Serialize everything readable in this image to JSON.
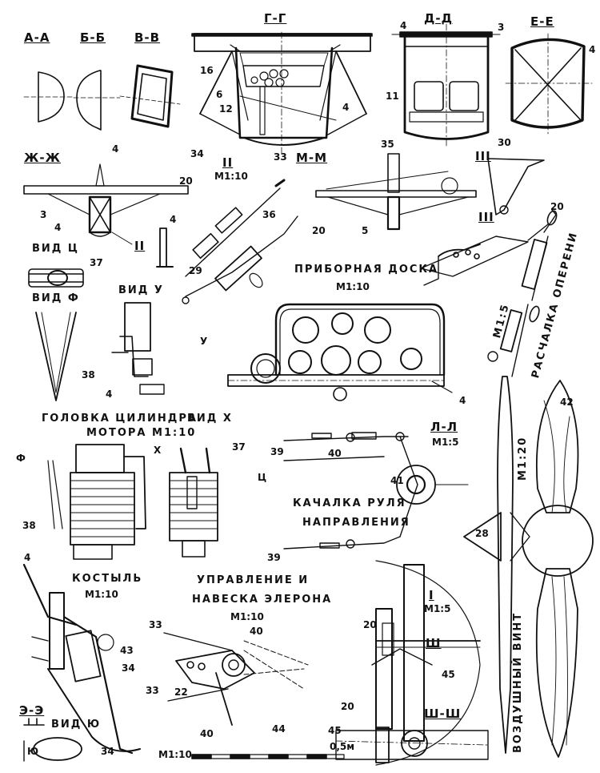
{
  "sections": {
    "aa": "А-А",
    "bb": "Б-Б",
    "vv": "В-В",
    "gg": "Г-Г",
    "dd": "Д-Д",
    "ee": "Е-Е",
    "zhzh": "Ж-Ж",
    "mm": "М-М",
    "ll": "Л-Л",
    "ee2": "Э-Э",
    "shsh": "Ш-Ш",
    "ii": "I",
    "sh": "Ш"
  },
  "views": {
    "ts": "ВИД Ц",
    "f": "ВИД Ф",
    "u": "ВИД У",
    "kh": "ВИД Х",
    "yu": "ВИД Ю"
  },
  "scales": {
    "m110_ii": "М1:10",
    "m15_ll": "М1:5",
    "m15_i": "М1:5",
    "m15_rast": "М1:5",
    "m110_panel": "М1:10",
    "m110_kost": "М1:10",
    "m110_upr": "М1:10",
    "m120": "М1:20",
    "bar_left": "М1:10",
    "bar_right": "0,5м"
  },
  "roman": {
    "ii": "II",
    "iii_a": "III",
    "iii_b": "III"
  },
  "captions": {
    "panel_1": "ПРИБОРНАЯ ДОСКА",
    "head_1": "ГОЛОВКА ЦИЛИНДРА",
    "head_2": "МОТОРА М1:10",
    "rudder_1": "КАЧАЛКА РУЛЯ",
    "rudder_2": "НАПРАВЛЕНИЯ",
    "kost": "КОСТЫЛЬ",
    "upr_1": "УПРАВЛЕНИЕ И",
    "upr_2": "НАВЕСКА ЭЛЕРОНА",
    "rastchalka": "РАСЧАЛКА ОПЕРЕНИ",
    "prop": "ВОЗДУШНЫЙ ВИНТ"
  },
  "arrows": {
    "u": "У",
    "f": "Ф",
    "kh": "Х",
    "ts": "Ц",
    "yu": "Ю"
  },
  "numbers": {
    "n16": "16",
    "n6": "6",
    "n12": "12",
    "n4_gg": "4",
    "n34_gg": "34",
    "n33_gg": "33",
    "n35": "35",
    "n4_dd": "4",
    "n11": "11",
    "n3_ee": "3",
    "n4_ee": "4",
    "n30": "30",
    "n4_vv": "4",
    "n20_zh": "20",
    "n3_zh": "3",
    "n4_zh": "4",
    "n4_arm": "4",
    "n36": "36",
    "n29": "29",
    "n20_mm": "20",
    "n5": "5",
    "n20_iii": "20",
    "n37_ts": "37",
    "n38_f": "38",
    "n4_head": "4",
    "n4_panel": "4",
    "n37_kh": "37",
    "n38_eng": "38",
    "n39_top": "39",
    "n40_top": "40",
    "n41": "41",
    "n39_bot": "39",
    "n42": "42",
    "n28": "28",
    "n4_kost": "4",
    "n43": "43",
    "n34_kost": "34",
    "n34_bot": "34",
    "n33_a": "33",
    "n40_a": "40",
    "n22": "22",
    "n33_b": "33",
    "n40_b": "40",
    "n44": "44",
    "n20_i": "20",
    "n45_i": "45",
    "n20_sh": "20",
    "n45_sh": "45"
  }
}
